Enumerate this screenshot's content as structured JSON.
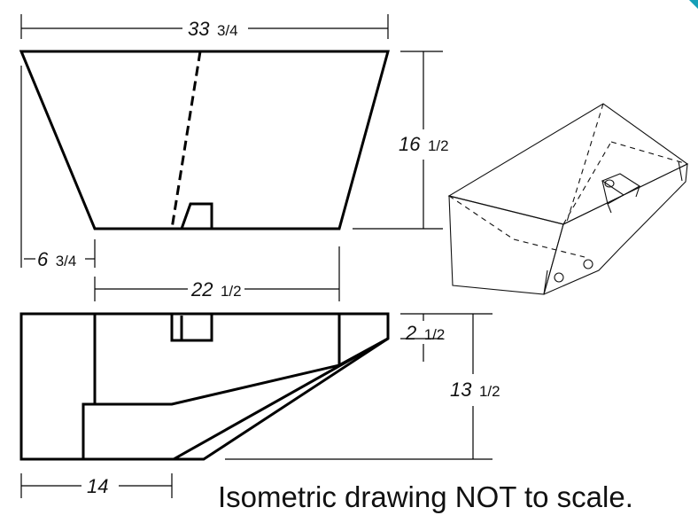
{
  "dimensions": {
    "top_width": {
      "main": "33",
      "frac": "3/4"
    },
    "height": {
      "main": "16",
      "frac": "1/2"
    },
    "offset": {
      "main": "6",
      "frac": "3/4"
    },
    "bottom_width": {
      "main": "22",
      "frac": "1/2"
    },
    "lip_depth": {
      "main": "2",
      "frac": "1/2"
    },
    "side_height": {
      "main": "13",
      "frac": "1/2"
    },
    "base_length": {
      "main": "14",
      "frac": ""
    }
  },
  "caption": "Isometric drawing NOT to scale.",
  "colors": {
    "line": "#000000",
    "accent": "#16a0b8",
    "background": "#ffffff"
  }
}
